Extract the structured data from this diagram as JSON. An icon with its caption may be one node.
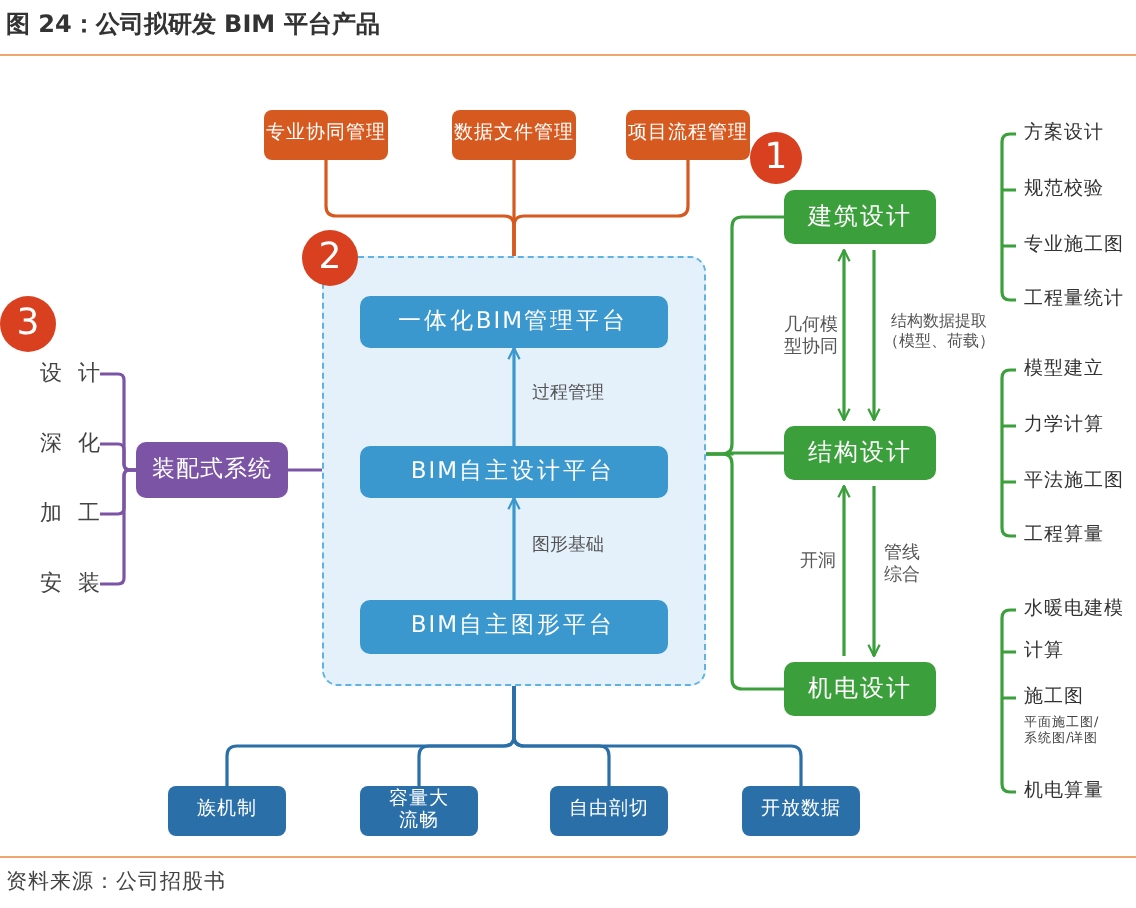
{
  "diagram": {
    "title": "图 24：公司拟研发 BIM 平台产品",
    "caption": "资料来源：公司招股书",
    "nodes": [
      {
        "text": [
          "专业协同管理"
        ]
      },
      {
        "text": [
          "数据文件管理"
        ]
      },
      {
        "text": [
          "项目流程管理"
        ]
      },
      {
        "text": [],
        "shape": "box"
      },
      {
        "text": [
          "一体化BIM管理平台"
        ],
        "in": 3
      },
      {
        "text": [
          "BIM自主设计平台"
        ],
        "in": 3
      },
      {
        "text": [
          "BIM自主图形平台"
        ],
        "in": 3
      },
      {
        "text": [
          "装配式系统"
        ]
      },
      {
        "text": [
          "设计"
        ]
      },
      {
        "text": [
          "深化"
        ]
      },
      {
        "text": [
          "加工"
        ]
      },
      {
        "text": [
          "安装"
        ]
      },
      {
        "text": [
          "建筑设计"
        ]
      },
      {
        "text": [
          "结构设计"
        ]
      },
      {
        "text": [
          "机电设计"
        ]
      },
      {
        "text": [
          "族机制"
        ]
      },
      {
        "text": [
          "容量大流畅"
        ]
      },
      {
        "text": [
          "自由剖切"
        ]
      },
      {
        "text": [
          "开放数据"
        ]
      }
    ],
    "edges": [
      {
        "from": 0,
        "to": 3,
        "arrow": "none",
        "color": "#d65a1f"
      },
      {
        "from": 1,
        "to": 3,
        "arrow": "none",
        "color": "#d65a1f"
      },
      {
        "from": 2,
        "to": 3,
        "arrow": "none",
        "color": "#d65a1f"
      },
      {
        "from": 6,
        "to": 5,
        "arrow": "to",
        "label": "图形基础",
        "color": "#3a98cf"
      },
      {
        "from": 5,
        "to": 4,
        "arrow": "to",
        "label": "过程管理",
        "color": "#3a98cf"
      },
      {
        "from": 7,
        "to": 3,
        "arrow": "none",
        "color": "#7c54a6"
      },
      {
        "from": 7,
        "to": 8,
        "arrow": "none",
        "color": "#7c54a6"
      },
      {
        "from": 7,
        "to": 9,
        "arrow": "none",
        "color": "#7c54a6"
      },
      {
        "from": 7,
        "to": 10,
        "arrow": "none",
        "color": "#7c54a6"
      },
      {
        "from": 7,
        "to": 11,
        "arrow": "none",
        "color": "#7c54a6"
      },
      {
        "from": 3,
        "to": 12,
        "arrow": "none"
      },
      {
        "from": 3,
        "to": 13,
        "arrow": "none"
      },
      {
        "from": 3,
        "to": 14,
        "arrow": "none"
      },
      {
        "from": 12,
        "to": 13,
        "arrow": "both",
        "label": "几何模型协同"
      },
      {
        "from": 12,
        "to": 13,
        "arrow": "to",
        "label": "结构数据提取（模型、荷载）"
      },
      {
        "from": 14,
        "to": 13,
        "arrow": "to",
        "label": "开洞"
      },
      {
        "from": 13,
        "to": 14,
        "arrow": "to",
        "label": "管线综合"
      },
      {
        "from": 3,
        "to": 15,
        "arrow": "none",
        "color": "#2a6fa8"
      },
      {
        "from": 3,
        "to": 16,
        "arrow": "none",
        "color": "#2a6fa8"
      },
      {
        "from": 3,
        "to": 17,
        "arrow": "none",
        "color": "#2a6fa8"
      },
      {
        "from": 3,
        "to": 18,
        "arrow": "none",
        "color": "#2a6fa8"
      }
    ],
    "labels": [
      "1",
      "2",
      "3",
      "方案设计",
      "规范校验",
      "专业施工图",
      "工程量统计",
      "模型建立",
      "力学计算",
      "平法施工图",
      "工程算量",
      "水暖电建模",
      "计算",
      "施工图",
      "平面施工图/系统图/详图",
      "机电算量"
    ]
  }
}
